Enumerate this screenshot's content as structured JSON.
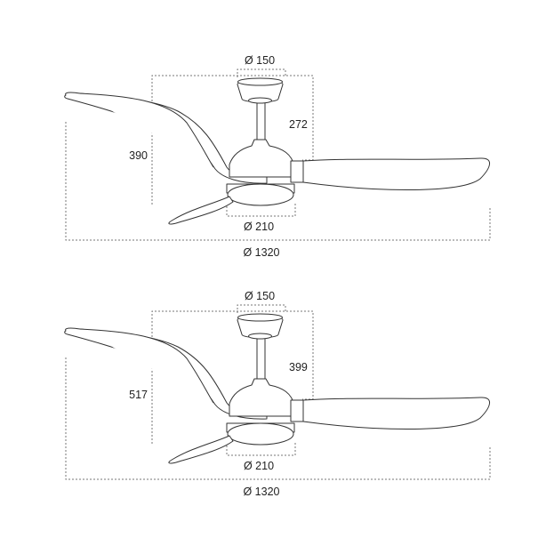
{
  "fans": [
    {
      "canopy_diameter": "Ø 150",
      "drop_height": "272",
      "total_height": "390",
      "light_diameter": "Ø 210",
      "blade_span": "Ø 1320"
    },
    {
      "canopy_diameter": "Ø 150",
      "drop_height": "399",
      "total_height": "517",
      "light_diameter": "Ø 210",
      "blade_span": "Ø 1320"
    }
  ]
}
